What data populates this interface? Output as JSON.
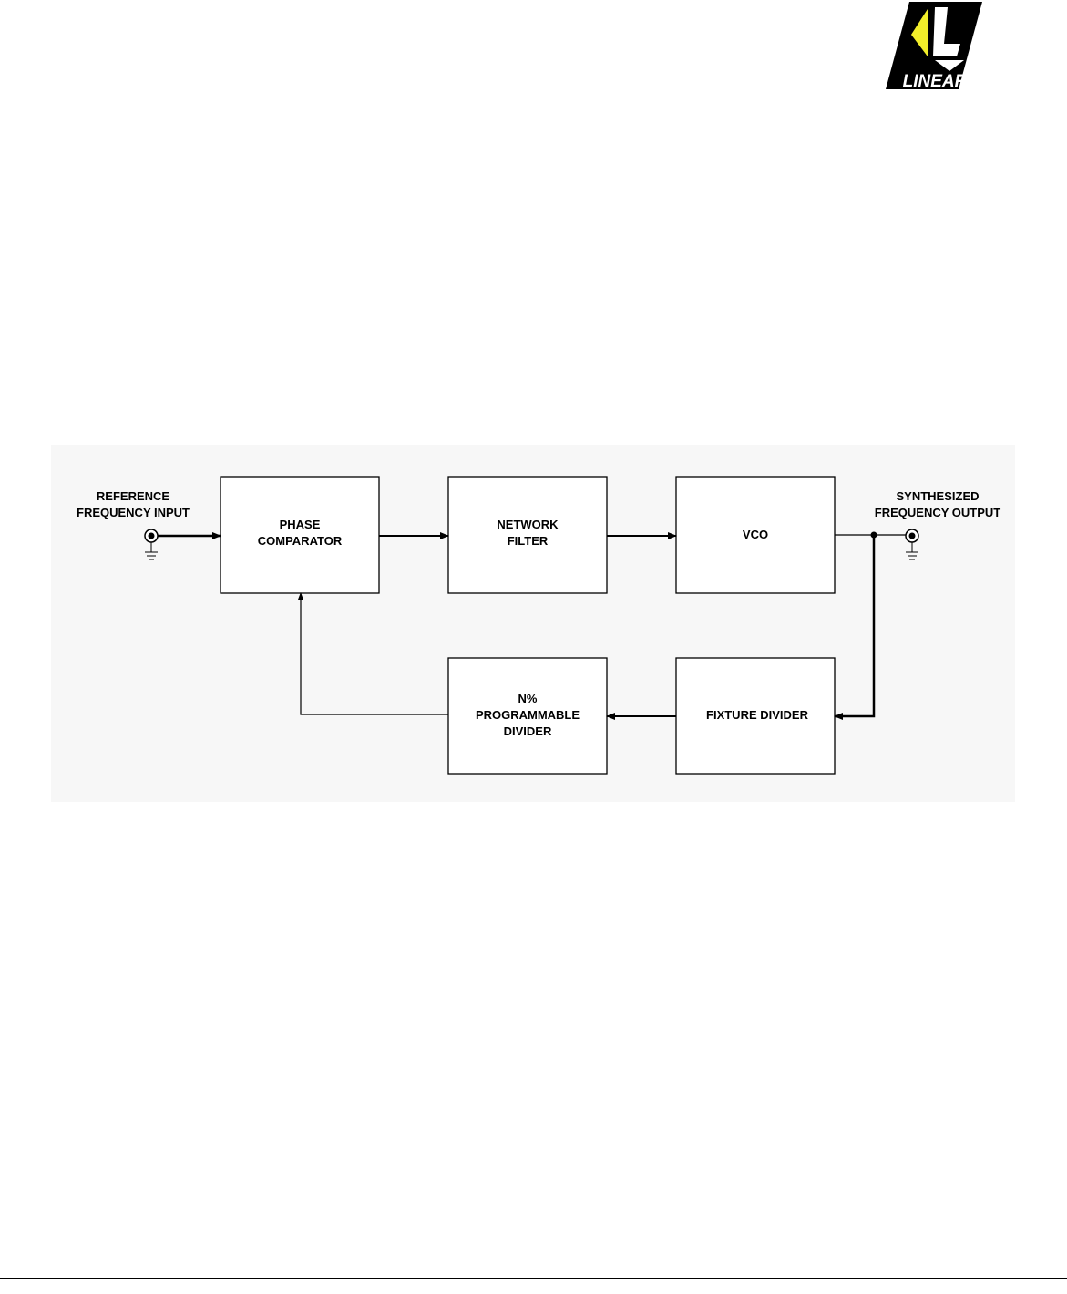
{
  "logo": {
    "text": "LINEAR",
    "colors": {
      "accent": "#f2ee2a",
      "body": "#000000",
      "mark": "#ffffff"
    }
  },
  "diagram": {
    "input_label": "REFERENCE\nFREQUENCY INPUT",
    "output_label": "SYNTHESIZED\nFREQUENCY OUTPUT",
    "blocks": {
      "phase_comparator": "PHASE\nCOMPARATOR",
      "network_filter": "NETWORK\nFILTER",
      "vco": "VCO",
      "programmable_divider": "N%\nPROGRAMMABLE\nDIVIDER",
      "fixture_divider": "FIXTURE DIVIDER"
    },
    "colors": {
      "line": "#000000",
      "panel": "#f7f7f7"
    }
  }
}
